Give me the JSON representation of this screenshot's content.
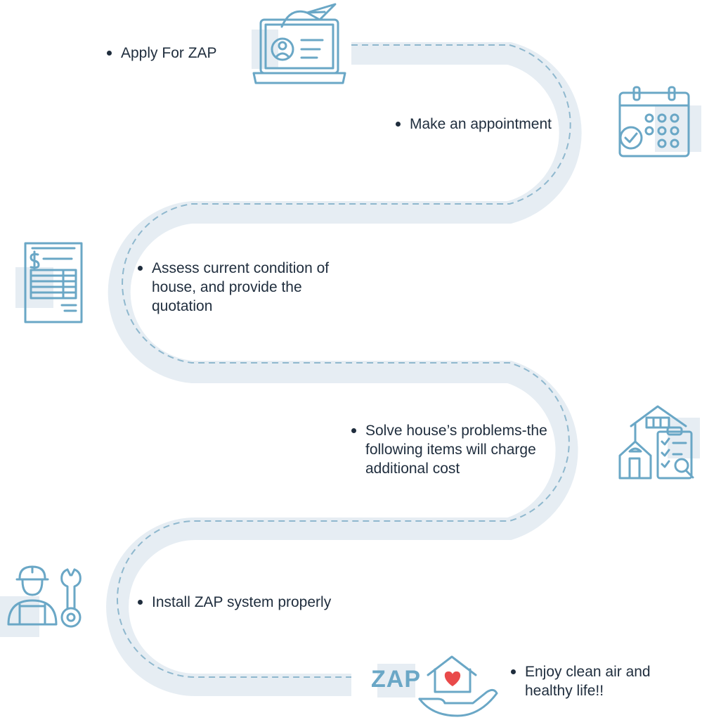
{
  "colors": {
    "road": "#e6edf3",
    "dash": "#8fb8ce",
    "icon_stroke": "#6aa7c6",
    "icon_shade": "#e6edf3",
    "heart": "#e94a4a",
    "text": "#1f2d3d"
  },
  "steps": [
    {
      "text": "Apply For ZAP",
      "icon": "laptop-profile-icon"
    },
    {
      "text": "Make an appointment",
      "icon": "calendar-icon"
    },
    {
      "text": "Assess current condition of\nhouse, and provide the\nquotation",
      "icon": "quotation-document-icon"
    },
    {
      "text": "Solve house’s problems-the\nfollowing items will charge\nadditional cost",
      "icon": "house-inspection-icon"
    },
    {
      "text": "Install ZAP system properly",
      "icon": "technician-icon"
    },
    {
      "text": "Enjoy clean air and\nhealthy life!!",
      "icon": "hand-house-heart-icon"
    }
  ],
  "logo": {
    "text": "ZAP"
  }
}
